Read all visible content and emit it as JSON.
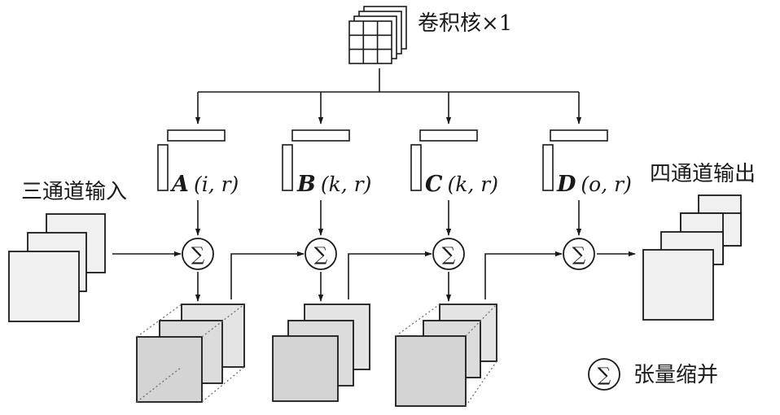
{
  "diagram": {
    "kernel_label": "卷积核×1",
    "input_label": "三通道输入",
    "output_label": "四通道输出",
    "factors": [
      {
        "letter": "A",
        "args": "(i, r)"
      },
      {
        "letter": "B",
        "args": "(k, r)"
      },
      {
        "letter": "C",
        "args": "(k, r)"
      },
      {
        "letter": "D",
        "args": "(o, r)"
      }
    ],
    "sum_symbol": "∑",
    "legend_symbol": "∑",
    "legend_label": "张量缩并",
    "colors": {
      "line": "#1a1a1a",
      "face_light": "#f0f0f0",
      "face_mid": "#e2e2e2",
      "face_dark": "#d4d4d4"
    }
  }
}
